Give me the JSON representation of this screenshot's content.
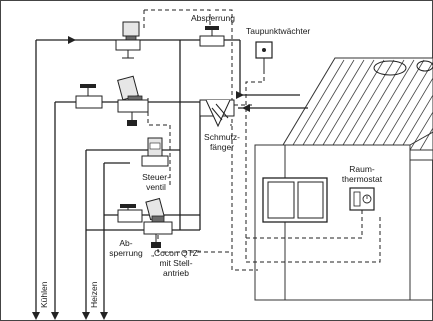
{
  "labels": {
    "absperrung_top": "Absperrung",
    "taupunktwaechter": "Taupunktwächter",
    "schmutzfaenger_1": "Schmutz-",
    "schmutzfaenger_2": "fänger",
    "raumthermostat_1": "Raum-",
    "raumthermostat_2": "thermostat",
    "steuerventil_1": "Steuer-",
    "steuerventil_2": "ventil",
    "absperrung_bottom_1": "Ab-",
    "absperrung_bottom_2": "sperrung",
    "cocon_1": "„Cocon QTZ“",
    "cocon_2": "mit Stell-",
    "cocon_3": "antrieb",
    "kuehlen": "Kühlen",
    "heizen": "Heizen"
  },
  "colors": {
    "line": "#222222",
    "actuator_fill": "#e6e6e6",
    "actuator_dark": "#6b6b6b"
  }
}
